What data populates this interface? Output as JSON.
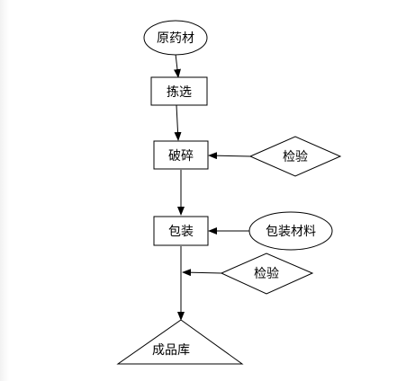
{
  "diagram": {
    "nodes": {
      "raw_material": {
        "label": "原药材",
        "shape": "ellipse"
      },
      "sorting": {
        "label": "拣选",
        "shape": "rectangle"
      },
      "crushing": {
        "label": "破碎",
        "shape": "rectangle"
      },
      "inspection_1": {
        "label": "检验",
        "shape": "diamond"
      },
      "packaging": {
        "label": "包装",
        "shape": "rectangle"
      },
      "packaging_material": {
        "label": "包装材料",
        "shape": "ellipse"
      },
      "inspection_2": {
        "label": "检验",
        "shape": "diamond"
      },
      "finished_goods": {
        "label": "成品库",
        "shape": "triangle"
      }
    },
    "edges": [
      {
        "from": "raw_material",
        "to": "sorting"
      },
      {
        "from": "sorting",
        "to": "crushing"
      },
      {
        "from": "inspection_1",
        "to": "crushing"
      },
      {
        "from": "crushing",
        "to": "packaging"
      },
      {
        "from": "packaging_material",
        "to": "packaging"
      },
      {
        "from": "packaging",
        "to": "finished_goods"
      },
      {
        "from": "inspection_2",
        "to": "packaging-finished-line"
      }
    ],
    "colors": {
      "stroke": "#000000",
      "fill": "#ffffff",
      "background": "#ffffff"
    }
  }
}
